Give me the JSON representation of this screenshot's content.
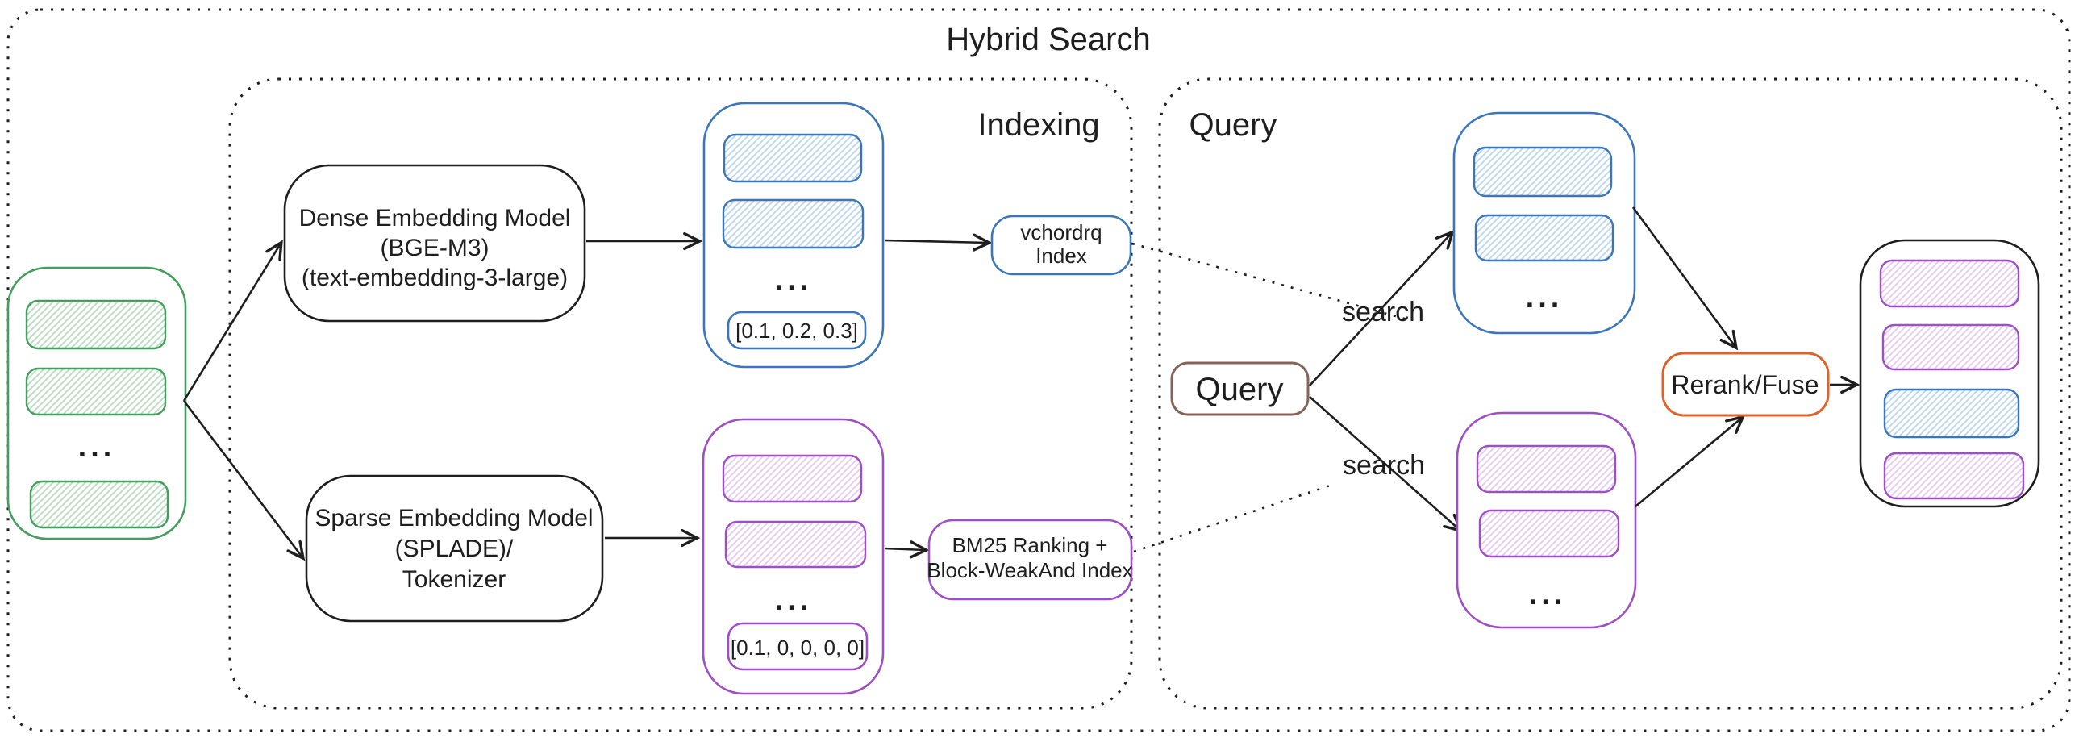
{
  "title": "Hybrid Search",
  "sections": {
    "indexing_label": "Indexing",
    "query_label": "Query"
  },
  "colors": {
    "green": "#449e5e",
    "blue": "#3b76bb",
    "purple": "#9d4fc3",
    "orange": "#e0622b",
    "brown": "#846358",
    "ink": "#1e1e1e"
  },
  "nodes": {
    "documents": {
      "ellipsis": "..."
    },
    "dense_model": {
      "line1": "Dense Embedding Model",
      "line2": "(BGE-M3)",
      "line3": "(text-embedding-3-large)"
    },
    "dense_vectors": {
      "ellipsis": "...",
      "vector": "[0.1, 0.2, 0.3]"
    },
    "dense_index": {
      "line1": "vchordrq",
      "line2": "Index"
    },
    "sparse_model": {
      "line1": "Sparse Embedding Model",
      "line2": "(SPLADE)/",
      "line3": "Tokenizer"
    },
    "sparse_vectors": {
      "ellipsis": "...",
      "vector": "[0.1, 0, 0, 0, 0]"
    },
    "sparse_index": {
      "line1": "BM25 Ranking +",
      "line2": "Block-WeakAnd Index"
    },
    "query_node": {
      "label": "Query"
    },
    "dense_results": {
      "ellipsis": "..."
    },
    "sparse_results": {
      "ellipsis": "..."
    },
    "rerank": {
      "label": "Rerank/Fuse"
    }
  },
  "edge_labels": {
    "search_dense": "search",
    "search_sparse": "search"
  }
}
